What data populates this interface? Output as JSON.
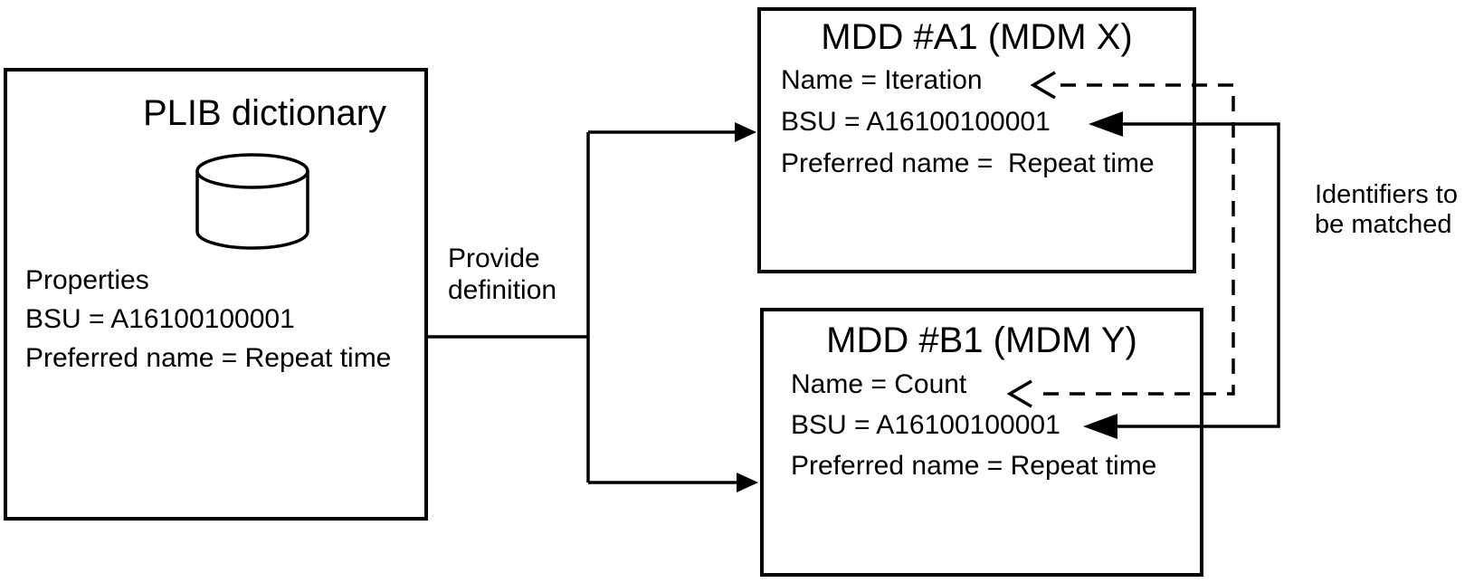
{
  "diagram": {
    "plib_box": {
      "title": "PLIB dictionary",
      "lines": [
        "Properties",
        "BSU = A16100100001",
        "Preferred name = Repeat time"
      ]
    },
    "mdd_a1_box": {
      "title": "MDD #A1 (MDM X)",
      "lines": [
        "Name = Iteration",
        "BSU = A16100100001",
        "Preferred name =  Repeat time"
      ]
    },
    "mdd_b1_box": {
      "title": "MDD #B1 (MDM Y)",
      "lines": [
        "Name = Count",
        "BSU = A16100100001",
        "Preferred name = Repeat time"
      ]
    },
    "labels": {
      "provide_definition": "Provide\ndefinition",
      "identifiers_to_be_matched": "Identifiers to\nbe matched"
    },
    "icons": {
      "database_cylinder": "database-cylinder-icon"
    },
    "colors": {
      "ink": "#000000",
      "background": "#ffffff"
    }
  }
}
